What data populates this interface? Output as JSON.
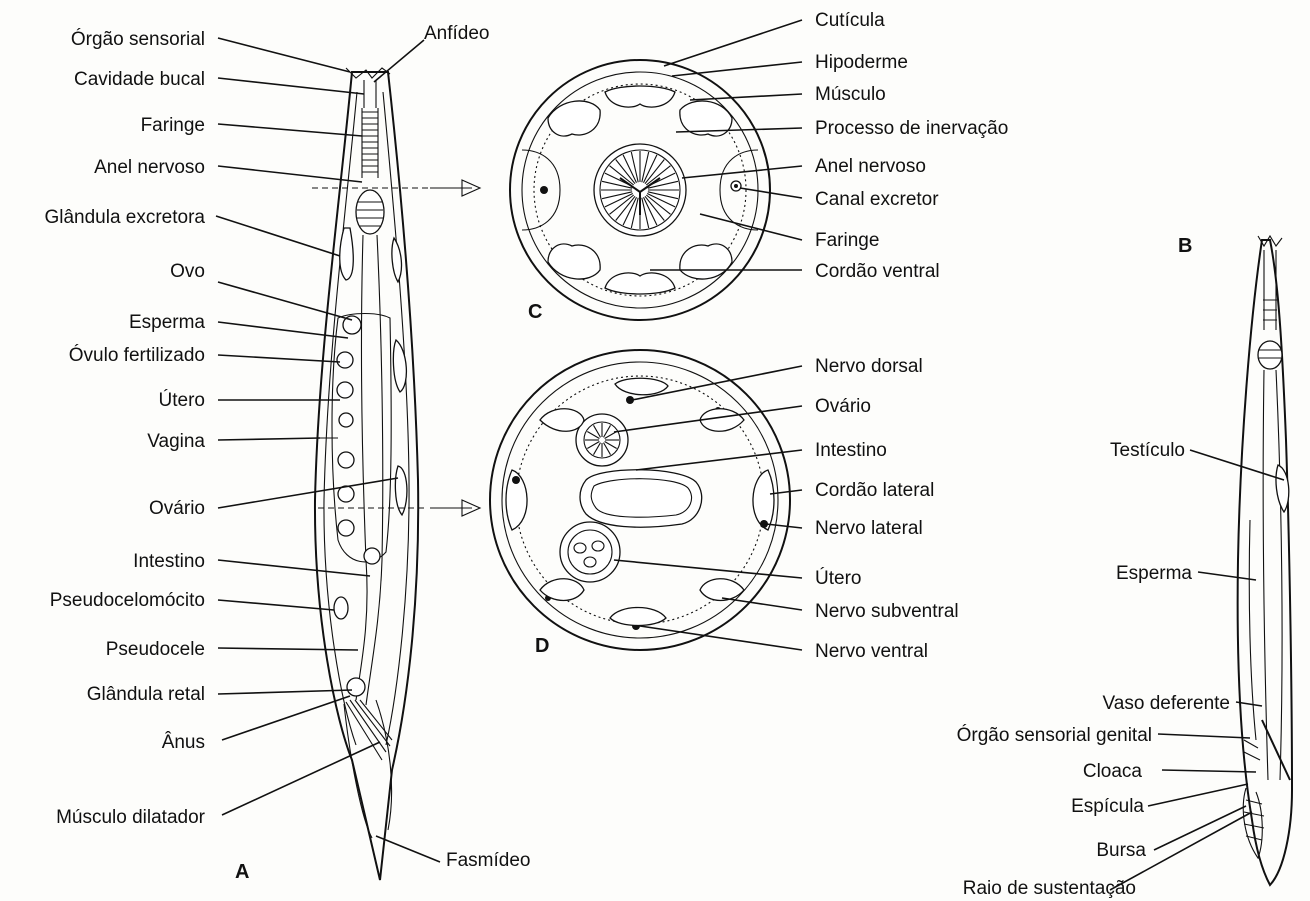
{
  "figure_letters": {
    "a": "A",
    "b": "B",
    "c": "C",
    "d": "D"
  },
  "labels_a": [
    "Órgão sensorial",
    "Cavidade bucal",
    "Faringe",
    "Anel nervoso",
    "Glândula excretora",
    "Ovo",
    "Esperma",
    "Óvulo fertilizado",
    "Útero",
    "Vagina",
    "Ovário",
    "Intestino",
    "Pseudocelomócito",
    "Pseudocele",
    "Glândula retal",
    "Ânus",
    "Músculo dilatador"
  ],
  "label_anfideo": "Anfídeo",
  "label_fasmideo": "Fasmídeo",
  "labels_c": [
    "Cutícula",
    "Hipoderme",
    "Músculo",
    "Processo de inervação",
    "Anel nervoso",
    "Canal excretor",
    "Faringe",
    "Cordão ventral"
  ],
  "labels_d": [
    "Nervo dorsal",
    "Ovário",
    "Intestino",
    "Cordão lateral",
    "Nervo lateral",
    "Útero",
    "Nervo subventral",
    "Nervo ventral"
  ],
  "labels_b": [
    "Testículo",
    "Esperma",
    "Vaso deferente",
    "Órgão sensorial genital",
    "Cloaca",
    "Espícula",
    "Bursa",
    "Raio de sustentação"
  ]
}
